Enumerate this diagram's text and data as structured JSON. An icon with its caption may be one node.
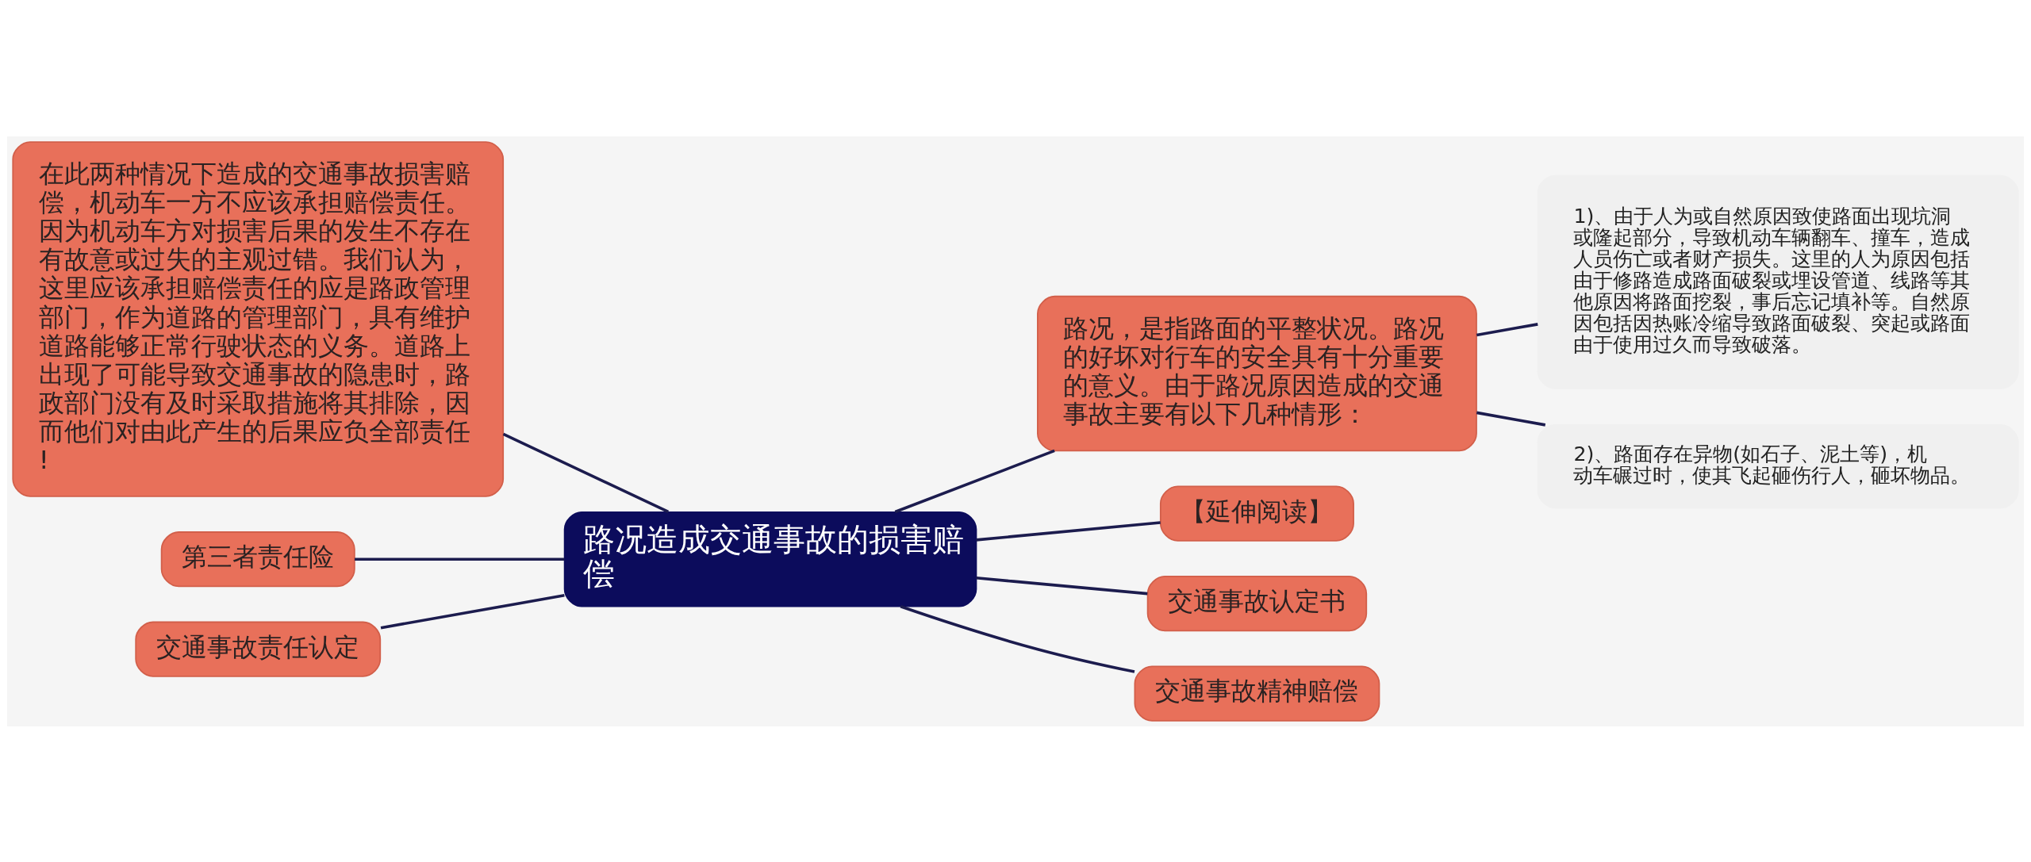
{
  "diagram": {
    "nodes": [
      {
        "text": [
          "路况造成交通事故的损害赔偿"
        ]
      },
      {
        "text": [
          "在此两种情况下造成的交通事故损害赔偿，机动车一方不应该承担赔偿责任。因为机动车方对损害后果的发生不存在有故意或过失的主观过错。我们认为，这里应该承担赔偿责任的应是路政管理部门，作为道路的管理部门，具有维护道路能够正常行驶状态的义务。道路上出现了可能导致交通事故的隐患时，路政部门没有及时采取措施将其排除，因而他们对由此产生的后果应负全部责任!"
        ]
      },
      {
        "text": [
          "第三者责任险"
        ]
      },
      {
        "text": [
          "交通事故责任认定"
        ]
      },
      {
        "text": [
          "路况，是指路面的平整状况。路况的好坏对行车的安全具有十分重要的意义。由于路况原因造成的交通事故主要有以下几种情形："
        ]
      },
      {
        "text": [
          "1)、由于人为或自然原因致使路面出现坑洞或隆起部分，导致机动车辆翻车、撞车，造成人员伤亡或者财产损失。这里的人为原因包括由于修路造成路面破裂或埋设管道、线路等其他原因将路面挖裂，事后忘记填补等。自然原因包括因热账冷缩导致路面破裂、突起或路面由于使用过久而导致破落。"
        ]
      },
      {
        "text": [
          "2)、路面存在异物(如石子、泥土等)，机动车碾过时，使其飞起砸伤行人，砸坏物品。"
        ]
      },
      {
        "text": [
          "【延伸阅读】"
        ]
      },
      {
        "text": [
          "交通事故认定书"
        ]
      },
      {
        "text": [
          "交通事故精神赔偿"
        ]
      }
    ],
    "edges": [
      {
        "from": 0,
        "to": 1,
        "arrow": "none"
      },
      {
        "from": 0,
        "to": 2,
        "arrow": "none"
      },
      {
        "from": 0,
        "to": 3,
        "arrow": "none"
      },
      {
        "from": 0,
        "to": 4,
        "arrow": "none"
      },
      {
        "from": 4,
        "to": 5,
        "arrow": "none"
      },
      {
        "from": 4,
        "to": 6,
        "arrow": "none"
      },
      {
        "from": 0,
        "to": 7,
        "arrow": "none"
      },
      {
        "from": 0,
        "to": 8,
        "arrow": "none"
      },
      {
        "from": 0,
        "to": 9,
        "arrow": "none"
      }
    ]
  }
}
